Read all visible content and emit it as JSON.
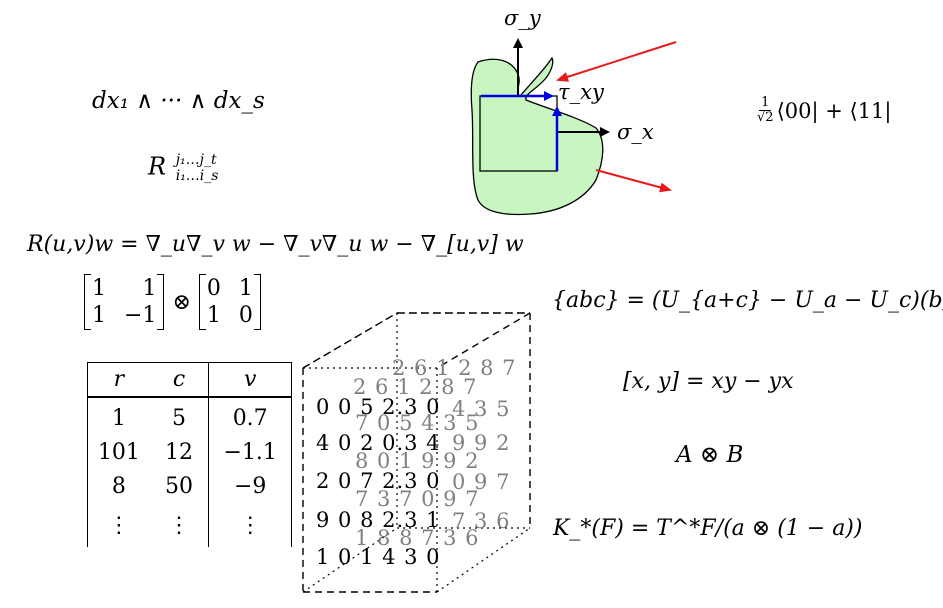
{
  "formulas": {
    "wedge": "dx₁ ∧ ··· ∧ dx_s",
    "riemann_tensor": {
      "base": "R",
      "sup": "j₁…j_t",
      "sub": "i₁…i_s"
    },
    "curvature": "R(u,v)w = ∇_u∇_v w − ∇_v∇_u w − ∇_[u,v] w",
    "jordan": "{abc} = (U_{a+c} − U_a − U_c)(b)",
    "commutator": "[x, y] = xy − yx",
    "tensor_product": "A ⊗ B",
    "k_theory": "K_*(F) = T^*F/(a ⊗ (1 − a))",
    "quantum_state": {
      "coef_num": "1",
      "coef_den": "√2",
      "rest": "⟨00| + ⟨11|"
    }
  },
  "kronecker": {
    "left": [
      [
        "1",
        "1"
      ],
      [
        "1",
        "−1"
      ]
    ],
    "operator": "⊗",
    "right": [
      [
        "0",
        "1"
      ],
      [
        "1",
        "0"
      ]
    ]
  },
  "stress": {
    "sigma_y": "σ_y",
    "sigma_x": "σ_x",
    "tau_xy": "τ_xy",
    "colors": {
      "fill": "#c8f5c0",
      "arrow_red": "#e8191a",
      "arrow_blue": "#0000e0"
    }
  },
  "table": {
    "headers": [
      "r",
      "c",
      "v"
    ],
    "rows": [
      [
        "1",
        "5",
        "0.7"
      ],
      [
        "101",
        "12",
        "−1.1"
      ],
      [
        "8",
        "50",
        "−9"
      ],
      [
        "⋮",
        "⋮",
        "⋮"
      ]
    ]
  },
  "tensor": {
    "back_rows": [
      "2 6 1 2 8 7",
      "4 3 5",
      "9 9 2",
      "0 9 7",
      "7 3 6"
    ],
    "mid_rows": [
      "2 6 1 2 8 7",
      "7 0 5 4 3 5",
      "8 0 1 9 9 2",
      "7 3 7 0 9 7",
      "1 8 8 7 3 6"
    ],
    "front_rows": [
      "0 0 5 2.3 0",
      "4 0 2 0.3 4",
      "2 0 7 2.3 0",
      "9 0 8 2.3 1",
      "1 0 1 4 3 0"
    ]
  }
}
